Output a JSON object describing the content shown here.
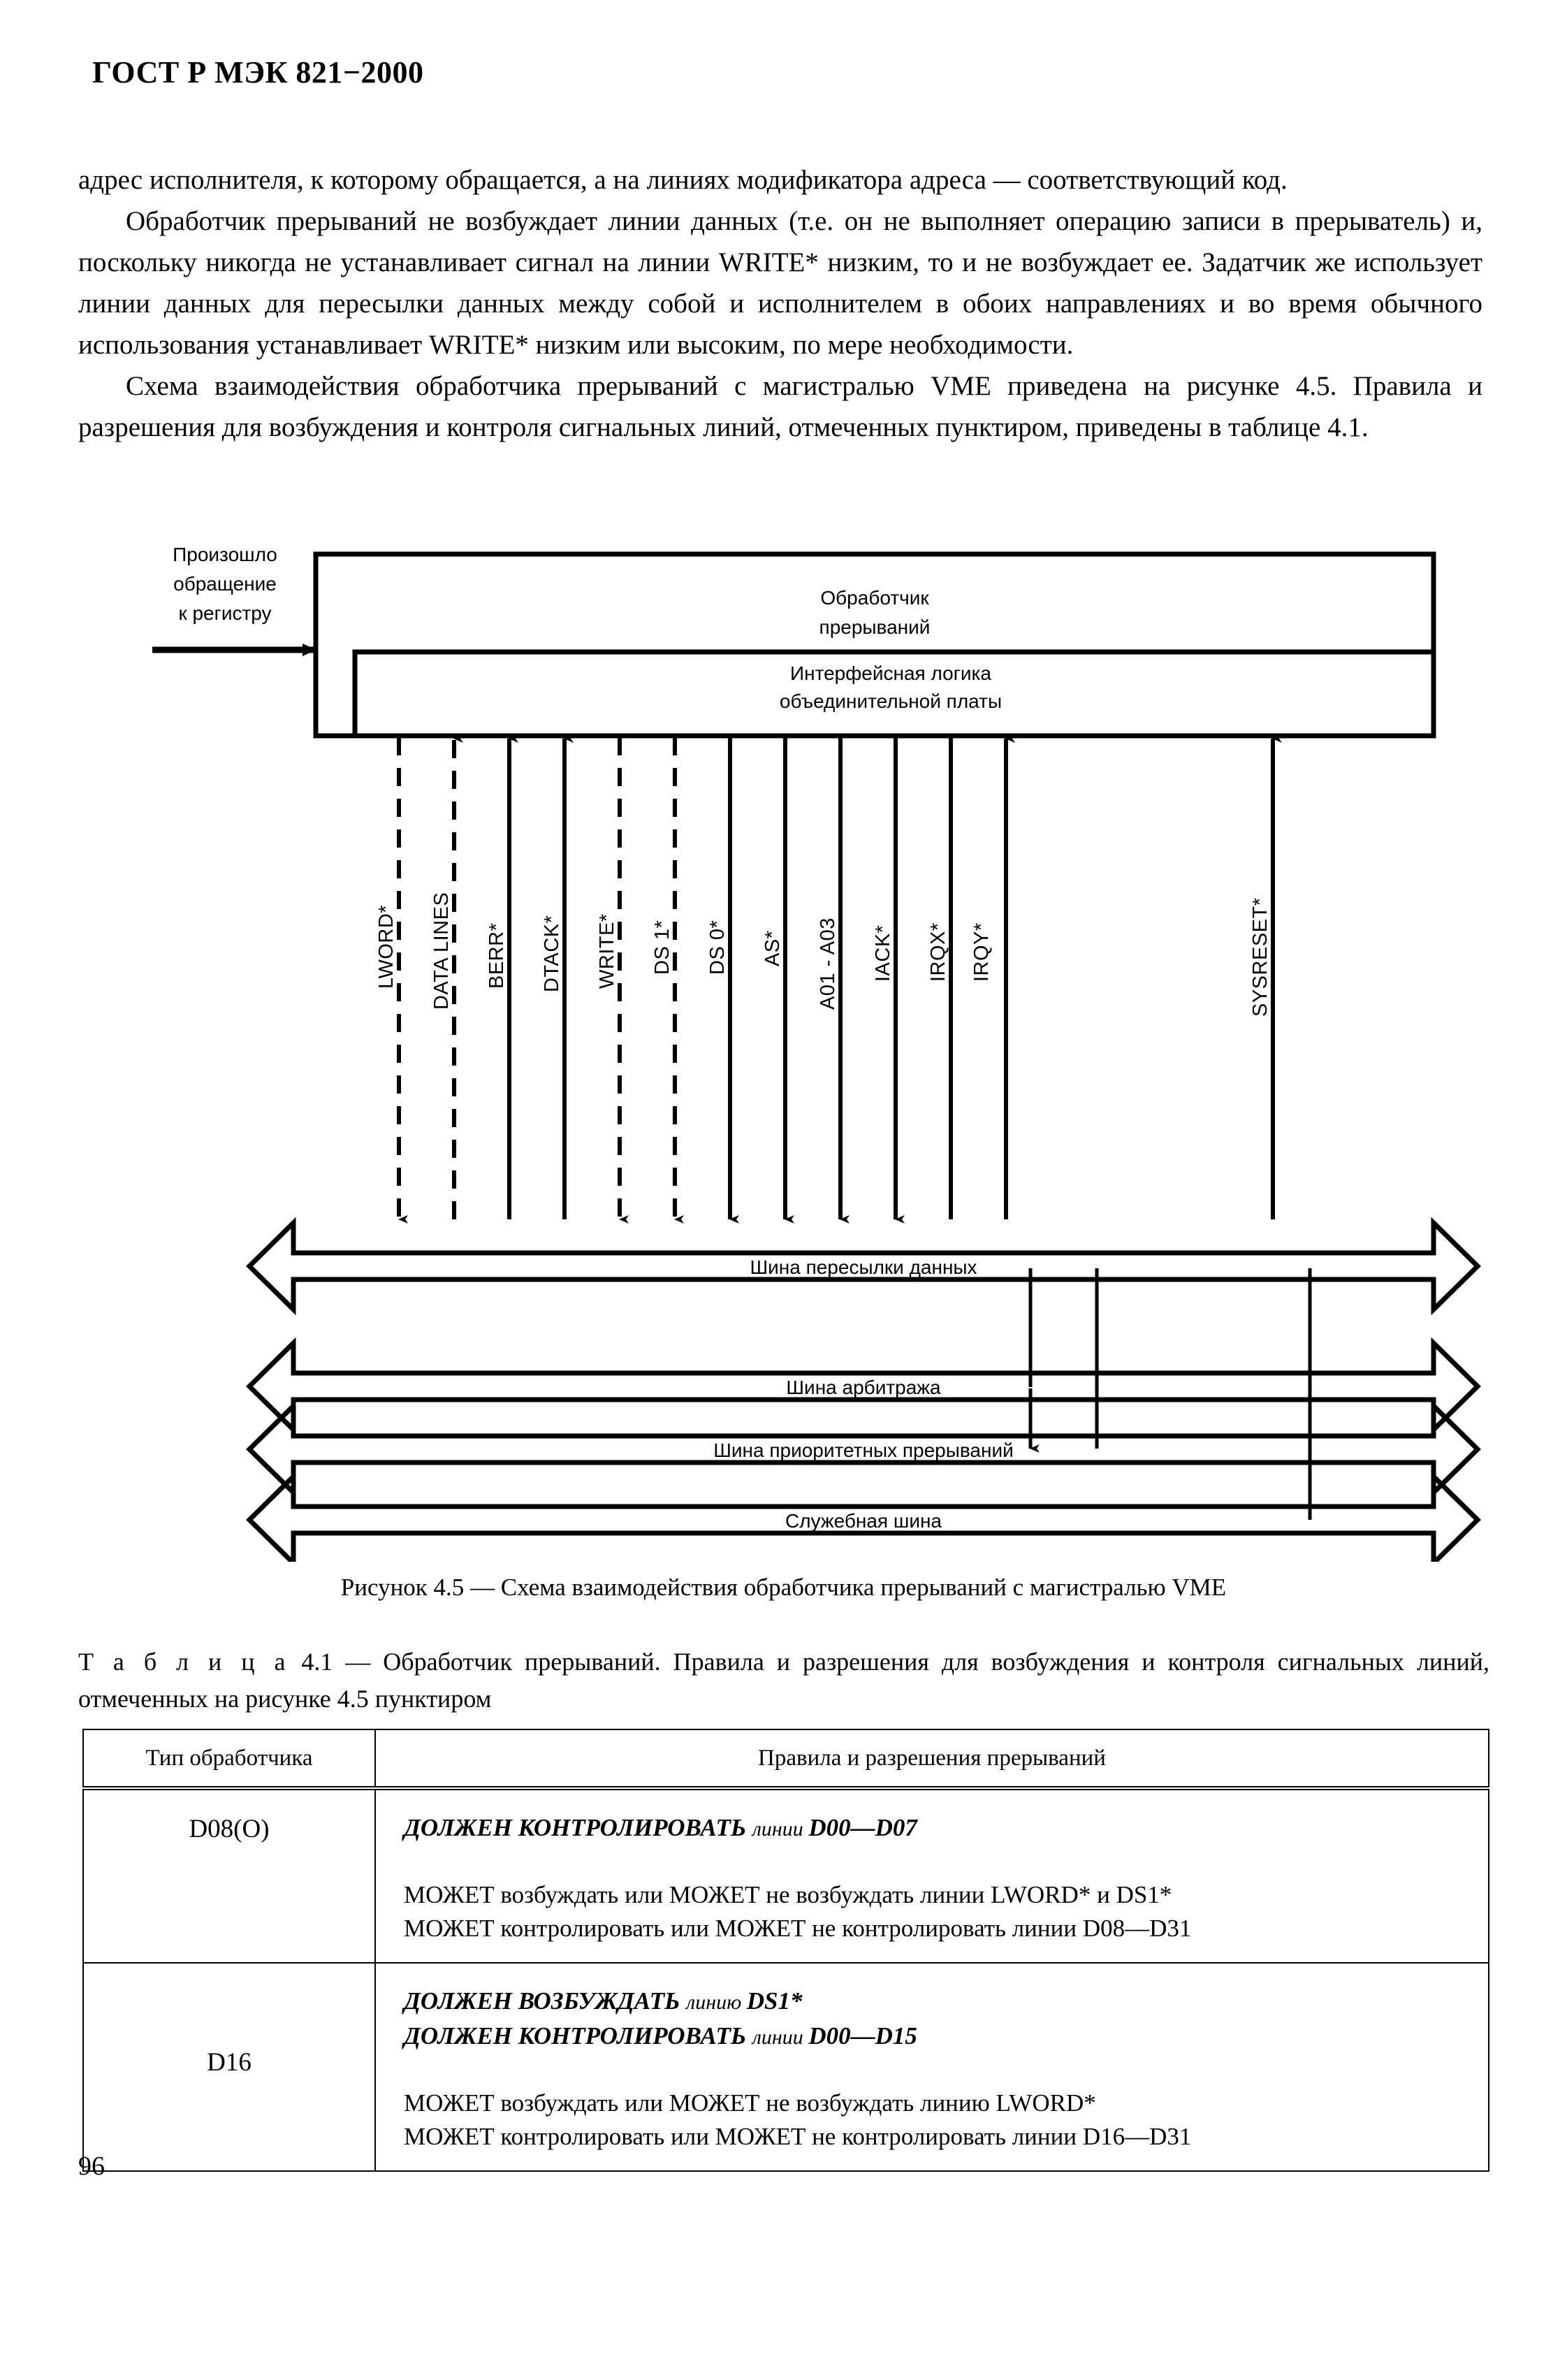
{
  "header": {
    "standard_title": "ГОСТ Р МЭК 821−2000"
  },
  "body": {
    "paragraphs": [
      "адрес  исполнителя,  к которому  обращается,  а  на  линиях   модификатора  адреса  —  соответствующий код.",
      "Обработчик  прерываний  не возбуждает линии данных (т.е. он не выполняет операцию записи в прерыватель) и, поскольку никогда не устанавливает сигнал на линии WRITE*  низким, то и не возбуждает ее. Задатчик же использует линии данных для пересылки данных  между  собой  и  исполнителем в обоих направлениях и во время обычного использования  устанавливает WRITE* низким или высоким, по мере необходимости.",
      "Схема  взаимодействия обработчика прерываний с магистралью VME приведена на рисунке 4.5. Правила и разрешения для возбуждения и контроля сигнальных линий, отмеченных пунктиром, приведены в  таблице 4.1."
    ]
  },
  "figure": {
    "input_label": "Произошло\nобращение\nк регистру",
    "input_label_lines": [
      "Произошло",
      "обращение",
      "к регистру"
    ],
    "box_handler_lines": [
      "Обработчик",
      "прерываний"
    ],
    "box_logic_lines": [
      "Интерфейсная логика",
      "объединительной платы"
    ],
    "signals": [
      {
        "name": "LWORD*",
        "style": "dashed",
        "arrow": "down"
      },
      {
        "name": "DATA LINES",
        "style": "dashed",
        "arrow": "up"
      },
      {
        "name": "BERR*",
        "style": "solid",
        "arrow": "up"
      },
      {
        "name": "DTACK*",
        "style": "solid",
        "arrow": "up"
      },
      {
        "name": "WRITE*",
        "style": "dashed",
        "arrow": "down"
      },
      {
        "name": "DS 1*",
        "style": "dashed",
        "arrow": "down"
      },
      {
        "name": "DS 0*",
        "style": "solid",
        "arrow": "down"
      },
      {
        "name": "AS*",
        "style": "solid",
        "arrow": "down"
      },
      {
        "name": "A01 - A03",
        "style": "solid",
        "arrow": "down"
      },
      {
        "name": "IACK*",
        "style": "solid",
        "arrow": "down"
      },
      {
        "name": "IRQX*",
        "style": "solid",
        "arrow": "none"
      },
      {
        "name": "IRQY*",
        "style": "solid",
        "arrow": "up"
      },
      {
        "name": "SYSRESET*",
        "style": "solid",
        "arrow": "up"
      }
    ],
    "buses": [
      "Шина пересылки данных",
      "Шина арбитража",
      "Шина приоритетных прерываний",
      "Служебная шина"
    ],
    "caption": "Рисунок 4.5 — Схема взаимодействия обработчика прерываний с магистралью VME"
  },
  "table": {
    "title_prefix": "Т а б л и ц а",
    "title_rest": " 4.1 — Обработчик прерываний. Правила и разрешения для возбуждения и контроля сигнальных линий, отмеченных на рисунке 4.5 пунктиром",
    "columns": [
      "Тип обработчика",
      "Правила и разрешения прерываний"
    ],
    "rows": [
      {
        "type": "D08(O)",
        "rules_strong": [
          {
            "bold": "ДОЛЖЕН КОНТРОЛИРОВАТЬ ",
            "small": "линии ",
            "tail": "D00—D07"
          }
        ],
        "rules_plain": [
          "МОЖЕТ возбуждать или МОЖЕТ не   возбуждать линии LWORD* и DS1*",
          "МОЖЕТ контролировать или МОЖЕТ не контролировать линии D08—D31"
        ]
      },
      {
        "type": "D16",
        "rules_strong": [
          {
            "bold": "ДОЛЖЕН ВОЗБУЖДАТЬ ",
            "small": "линию ",
            "tail": "DS1*"
          },
          {
            "bold": "ДОЛЖЕН КОНТРОЛИРОВАТЬ ",
            "small": "линии ",
            "tail": "D00—D15"
          }
        ],
        "rules_plain": [
          "МОЖЕТ возбуждать или МОЖЕТ не возбуждать линию LWORD*",
          "МОЖЕТ контролировать или МОЖЕТ не контролировать линии D16—D31"
        ]
      }
    ]
  },
  "footer": {
    "page_number": "96"
  }
}
